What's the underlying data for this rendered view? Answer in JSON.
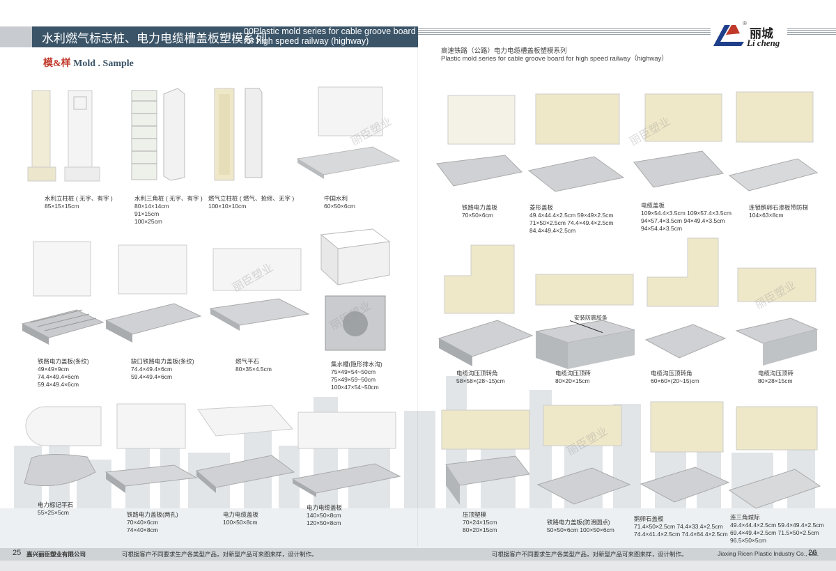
{
  "header": {
    "title_cn": "水利燃气标志桩、电力电缆槽盖板塑模系列",
    "title_en": "00Plastic mold series for cable groove board for high speed railway (highway)",
    "subtitle_cn": "高速铁路（公路）电力电缆槽盖板塑模系列",
    "subtitle_en": "Plastic mold series for cable groove board for high speed railway（highway）"
  },
  "logo": {
    "cn": "丽城",
    "en": "Li cheng",
    "reg": "®"
  },
  "section": {
    "cn": "模&样",
    "en": "Mold . Sample"
  },
  "watermark": "丽臣塑业",
  "annotation": "安装防震胶条",
  "left_items": [
    {
      "name": "水利立柱桩 ( 无字、有字 )",
      "specs": [
        "85×15×15cm"
      ]
    },
    {
      "name": "水利三角桩 ( 无字、有字 )",
      "specs": [
        "80×14×14cm",
        "91×15cm",
        "100×25cm"
      ]
    },
    {
      "name": "燃气立柱桩 ( 燃气、抢修、无字 )",
      "specs": [
        "100×10×10cm"
      ]
    },
    {
      "name": "中国水利",
      "specs": [
        "60×50×6cm"
      ]
    },
    {
      "name": "铁路电力盖板(条纹)",
      "specs": [
        "49×49×9cm",
        "74.4×49.4×6cm",
        "59.4×49.4×6cm"
      ]
    },
    {
      "name": "缺口铁路电力盖板(条纹)",
      "specs": [
        "74.4×49.4×6cm",
        "59.4×49.4×6cm"
      ]
    },
    {
      "name": "燃气平石",
      "specs": [
        "80×35×4.5cm"
      ]
    },
    {
      "name": "集水槽(隐形排水沟)",
      "specs": [
        "75×49×54~50cm",
        "75×49×59~50cm",
        "100×47×54~50cm"
      ]
    },
    {
      "name": "电力标记平石",
      "specs": [
        "55×25×5cm"
      ]
    },
    {
      "name": "铁路电力盖板(两孔)",
      "specs": [
        "70×40×6cm",
        "74×40×8cm"
      ]
    },
    {
      "name": "电力电缆盖板",
      "specs": [
        "100×50×8cm"
      ]
    },
    {
      "name": "电力电缆盖板",
      "specs": [
        "140×50×8cm",
        "120×50×8cm"
      ]
    }
  ],
  "right_items": [
    {
      "name": "铁路电力盖板",
      "specs": [
        "70×50×6cm"
      ]
    },
    {
      "name": "菱形盖板",
      "specs": [
        "49.4×44.4×2.5cm    59×49×2.5cm",
        "71×50×2.5cm          74.4×49.4×2.5cm",
        "84.4×49.4×2.5cm"
      ]
    },
    {
      "name": "电缆盖板",
      "specs": [
        "109×54.4×3.5cm   109×57.4×3.5cm",
        "94×57.4×3.5cm      94×49.4×3.5cm",
        "94×54.4×3.5cm"
      ]
    },
    {
      "name": "连锁鹅卵石渗板带防梯",
      "specs": [
        "104×63×8cm"
      ]
    },
    {
      "name": "电缆沟压顶转角",
      "specs": [
        "58×58×(28~15)cm"
      ]
    },
    {
      "name": "电缆沟压顶砖",
      "specs": [
        "80×20×15cm"
      ]
    },
    {
      "name": "电缆沟压顶转角",
      "specs": [
        "60×60×(20~15)cm"
      ]
    },
    {
      "name": "电缆沟压顶砖",
      "specs": [
        "80×28×15cm"
      ]
    },
    {
      "name": "压顶塑模",
      "specs": [
        "70×24×15cm",
        "80×20×15cm"
      ]
    },
    {
      "name": "铁路电力盖板(防滑圆点)",
      "specs": [
        "50×50×6cm    100×50×6cm"
      ]
    },
    {
      "name": "鹅卵石盖板",
      "specs": [
        "71.4×50×2.5cm    74.4×33.4×2.5cm",
        "74.4×41.4×2.5cm  74.4×64.4×2.5cm"
      ]
    },
    {
      "name": "连三角城际",
      "specs": [
        "49.4×44.4×2.5cm  59.4×49.4×2.5cm",
        "69.4×49.4×2.5cm  71.5×50×2.5cm",
        "96.5×50×5cm"
      ]
    }
  ],
  "footer": {
    "page_left": "25",
    "company_left": "嘉兴丽臣塑业有限公司",
    "note_left": "可根据客户不同要求生产各类型产品，对新型产品可来图来样，设计制作。",
    "note_right": "可根据客户不同要求生产各类型产品，对新型产品可来图来样，设计制作。",
    "company_right": "Jiaxing Ricen Plastic Industry Co., Ltd.",
    "page_right": "26"
  }
}
